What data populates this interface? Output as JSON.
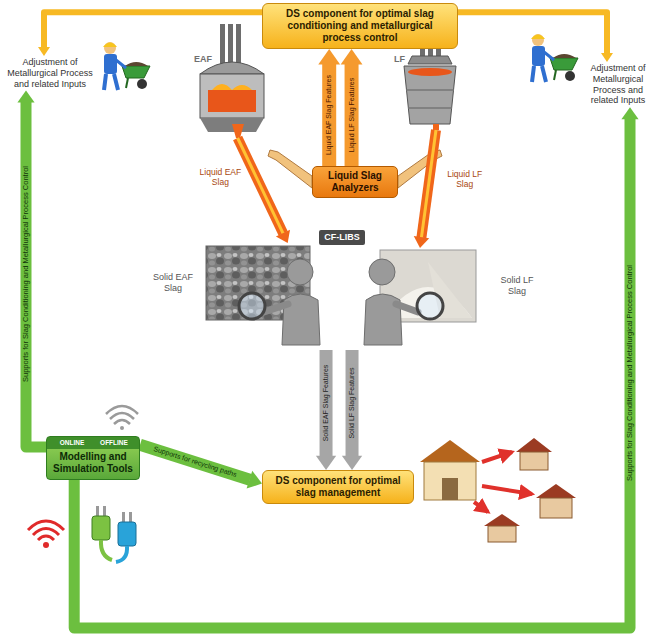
{
  "diagram": {
    "nodes": [
      {
        "text": [
          "DS component for optimal slag conditioning and metallurgical process control"
        ]
      },
      {
        "text": [
          "Adjustment of Metallurgical Process and related Inputs"
        ]
      },
      {
        "text": [
          "Adjustment of Metallurgical Process and related Inputs"
        ]
      },
      {
        "text": [
          "EAF"
        ]
      },
      {
        "text": [
          "LF"
        ]
      },
      {
        "text": [
          "Liquid Slag Analyzers"
        ]
      },
      {
        "text": [
          "Solid EAF Slag"
        ]
      },
      {
        "text": [
          "CF-LIBS"
        ]
      },
      {
        "text": [
          "Solid LF Slag"
        ]
      },
      {
        "text": [
          "ONLINE",
          "OFFLINE",
          "Modelling and Simulation Tools"
        ]
      },
      {
        "text": [
          "DS component for optimal slag management"
        ]
      }
    ],
    "edges": [
      {
        "from": 0,
        "to": 1,
        "arrow": "to"
      },
      {
        "from": 0,
        "to": 2,
        "arrow": "to"
      },
      {
        "from": 5,
        "to": 0,
        "label": "Liquid EAF Slag Features",
        "arrow": "to"
      },
      {
        "from": 5,
        "to": 0,
        "label": "Liquid LF Slag Features",
        "arrow": "to"
      },
      {
        "from": 3,
        "to": 6,
        "label": "Liquid EAF Slag",
        "arrow": "to"
      },
      {
        "from": 4,
        "to": 8,
        "label": "Liquid LF Slag",
        "arrow": "to"
      },
      {
        "from": 7,
        "to": 10,
        "label": "Solid EAF Slag Features",
        "arrow": "to"
      },
      {
        "from": 7,
        "to": 10,
        "label": "Solid LF Slag Features",
        "arrow": "to"
      },
      {
        "from": 9,
        "to": 10,
        "label": "Supports for recycling paths",
        "arrow": "to"
      },
      {
        "from": 9,
        "to": 1,
        "label": "Supports for Slag Conditioning and Metallurgical Process Control",
        "arrow": "to"
      },
      {
        "from": 9,
        "to": 2,
        "label": "Supports for Slag Conditioning and Metallurgical Process Control",
        "arrow": "to"
      }
    ]
  }
}
